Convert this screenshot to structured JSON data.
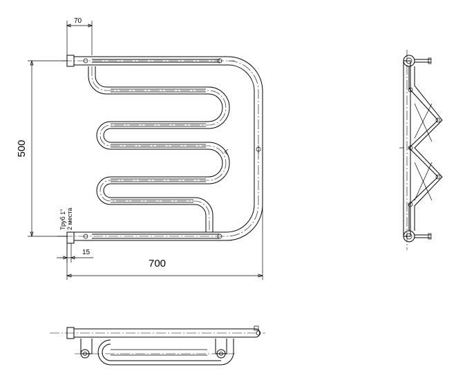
{
  "dimensions": {
    "bracket_offset": "70",
    "height": "500",
    "width": "700",
    "inlet_offset": "15"
  },
  "note": {
    "line1": "Труб 1\"",
    "line2": "2 места"
  },
  "views": [
    "front-view",
    "side-view",
    "top-view"
  ],
  "colors": {
    "line": "#000000",
    "background": "#ffffff"
  }
}
